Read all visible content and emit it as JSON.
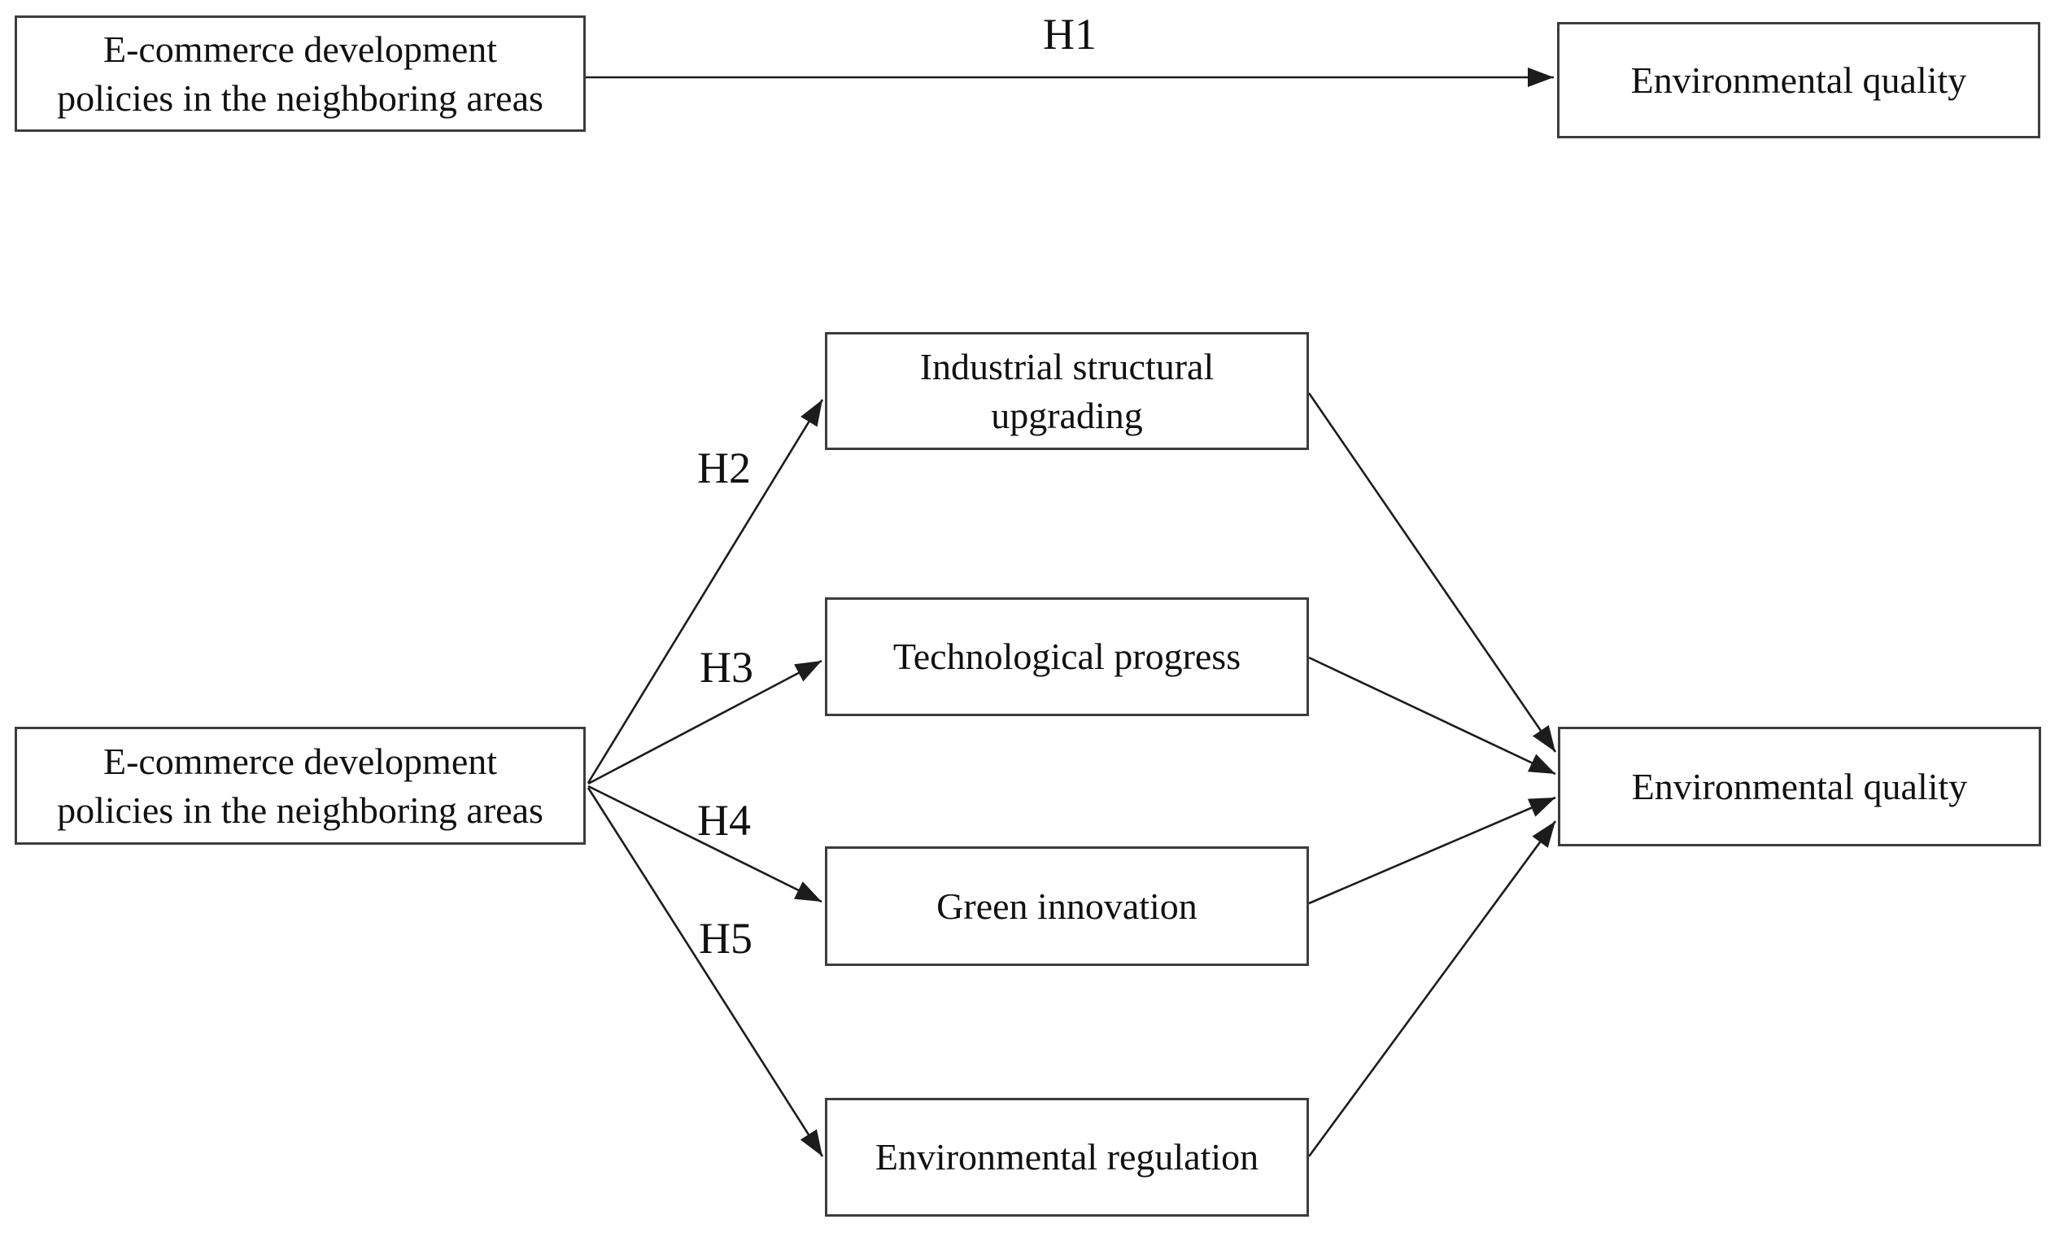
{
  "diagram": {
    "colors": {
      "background": "#ffffff",
      "line": "#1c1c1c",
      "box_border": "#3d3d3d",
      "text": "#111111"
    },
    "top_panel": {
      "source": {
        "lines": [
          "E-commerce development",
          "policies in the neighboring areas"
        ]
      },
      "target": {
        "lines": [
          "Environmental quality"
        ]
      },
      "hypothesis": "H1"
    },
    "bottom_panel": {
      "source": {
        "lines": [
          "E-commerce development",
          "policies in the neighboring areas"
        ]
      },
      "target": {
        "lines": [
          "Environmental quality"
        ]
      },
      "mediators": [
        {
          "lines": [
            "Industrial structural",
            "upgrading"
          ],
          "hypothesis": "H2"
        },
        {
          "lines": [
            "Technological progress"
          ],
          "hypothesis": "H3"
        },
        {
          "lines": [
            "Green innovation"
          ],
          "hypothesis": "H4"
        },
        {
          "lines": [
            "Environmental regulation"
          ],
          "hypothesis": "H5"
        }
      ]
    }
  }
}
